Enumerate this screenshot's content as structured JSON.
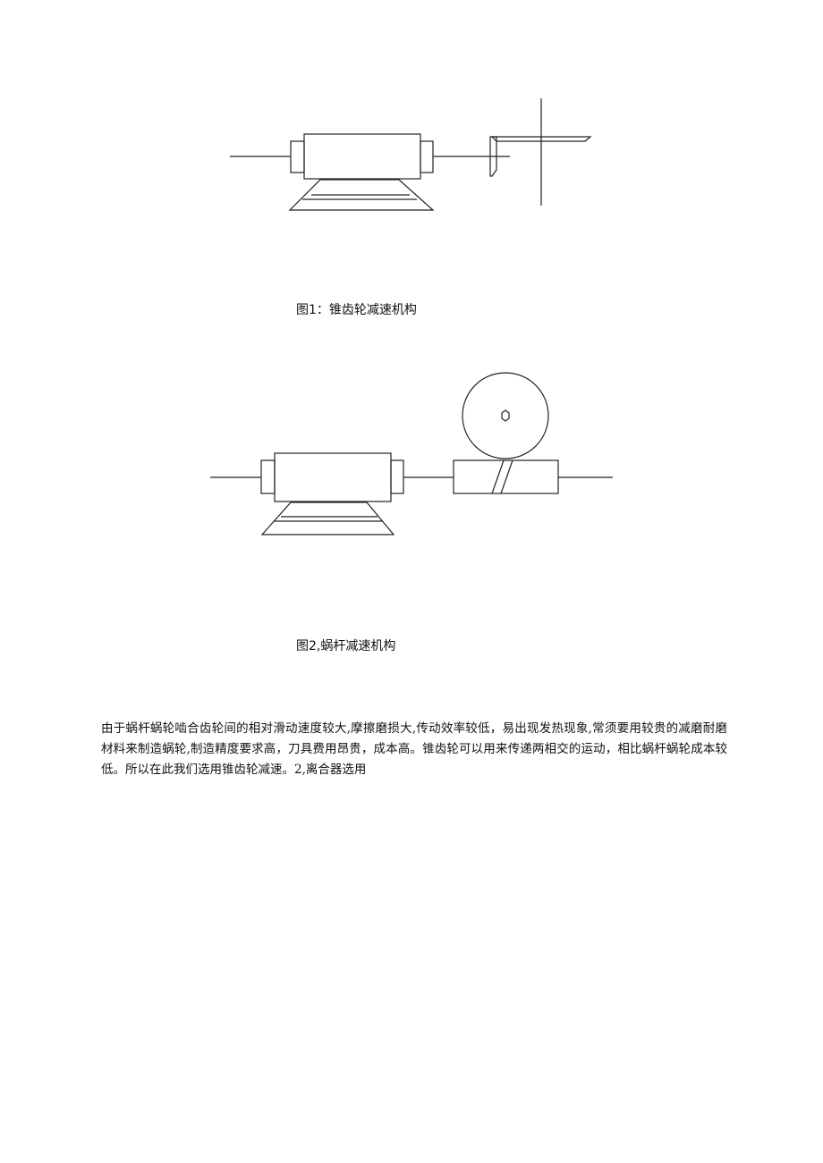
{
  "figures": [
    {
      "caption": "图1：锥齿轮减速机构"
    },
    {
      "caption": "图2,蜗杆减速机构"
    }
  ],
  "body": {
    "paragraph": "由于蜗杆蜗轮啮合齿轮间的相对滑动速度较大,摩擦磨损大,传动效率较低，易出现发热现象,常须要用较贵的减磨耐磨材料来制造蜗轮,制造精度要求高，刀具费用昂贵，成本高。锥齿轮可以用来传递两相交的运动，相比蜗杆蜗轮成本较低。所以在此我们选用锥齿轮减速。2,离合器选用"
  }
}
